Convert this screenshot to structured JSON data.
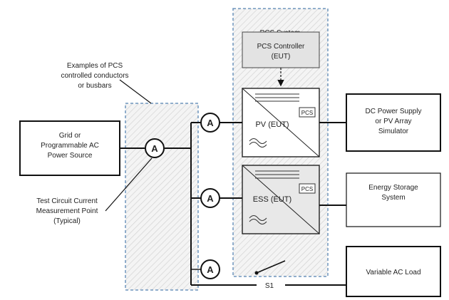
{
  "source": {
    "line1": "Grid or",
    "line2": "Programmable AC",
    "line3": "Power Source"
  },
  "annotations": {
    "conductors": {
      "line1": "Examples of PCS",
      "line2": "controlled conductors",
      "line3": "or busbars"
    },
    "measurement_point": {
      "line1": "Test Circuit Current",
      "line2": "Measurement Point",
      "line3": "(Typical)"
    }
  },
  "pcs_system": {
    "title": "PCS System",
    "controller": {
      "line1": "PCS Controller",
      "line2": "(EUT)"
    },
    "pv": {
      "label": "PV (EUT)",
      "badge": "PCS"
    },
    "ess": {
      "label": "ESS (EUT)",
      "badge": "PCS"
    }
  },
  "ammeter_symbol": "A",
  "switch_label": "S1",
  "right_blocks": {
    "dc": {
      "line1": "DC Power Supply",
      "line2": "or PV Array",
      "line3": "Simulator"
    },
    "storage": {
      "line1": "Energy Storage",
      "line2": "System"
    },
    "load": {
      "line1": "Variable AC Load"
    }
  },
  "colors": {
    "dashed_region": "#6f95bd",
    "hatch": "#d8d8d8",
    "controller_fill": "#e3e3e3",
    "ess_fill": "#e8e8e8",
    "line": "#111111"
  }
}
